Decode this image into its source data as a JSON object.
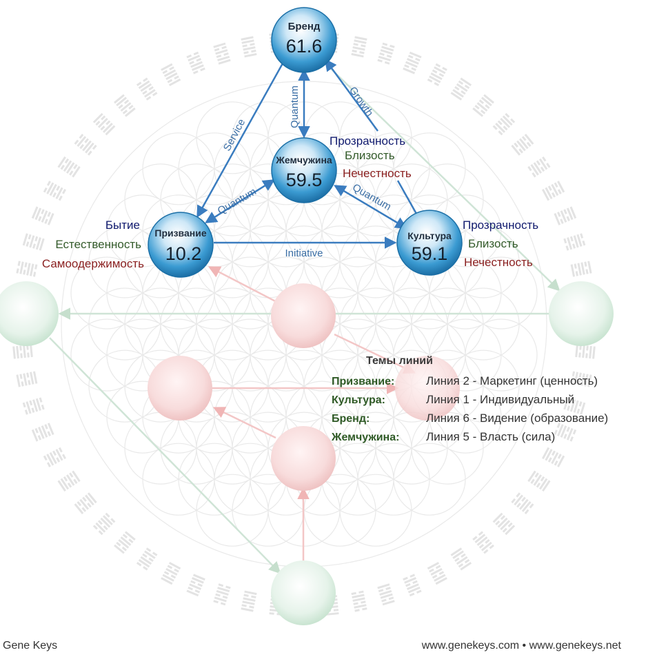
{
  "nodes": {
    "brand": {
      "title": "Бренд",
      "value": "61.6"
    },
    "pearl": {
      "title": "Жемчужина",
      "value": "59.5"
    },
    "calling": {
      "title": "Призвание",
      "value": "10.2"
    },
    "culture": {
      "title": "Культура",
      "value": "59.1"
    }
  },
  "edges": {
    "service": "Service",
    "quantum": "Quantum",
    "growth": "Growth",
    "initiative": "Initiative"
  },
  "calling_side": {
    "line1": "Бытие",
    "line2": "Естественность",
    "line3": "Самоодержимость"
  },
  "culture_side": {
    "line1": "Прозрачность",
    "line2": "Близость",
    "line3": "Нечестность"
  },
  "pearl_side": {
    "line1": "Прозрачность",
    "line2": "Близость",
    "line3": "Нечестность"
  },
  "line_themes": {
    "title": "Темы линий",
    "rows": [
      {
        "key": "Призвание:",
        "value": "Линия 2 - Маркетинг (ценность)"
      },
      {
        "key": "Культура:",
        "value": "Линия 1 - Индивидуальный"
      },
      {
        "key": "Бренд:",
        "value": "Линия 6 - Видение (образование)"
      },
      {
        "key": "Жемчужина:",
        "value": "Линия 5 - Власть (сила)"
      }
    ]
  },
  "footer": {
    "left": "Gene Keys",
    "right": "www.genekeys.com • www.genekeys.net"
  },
  "colors": {
    "node_blue": "#2f8fc8",
    "arrow_blue": "#3a7cbf",
    "faded_pink": "#f6d4d4",
    "faded_green": "#dff0e4"
  }
}
